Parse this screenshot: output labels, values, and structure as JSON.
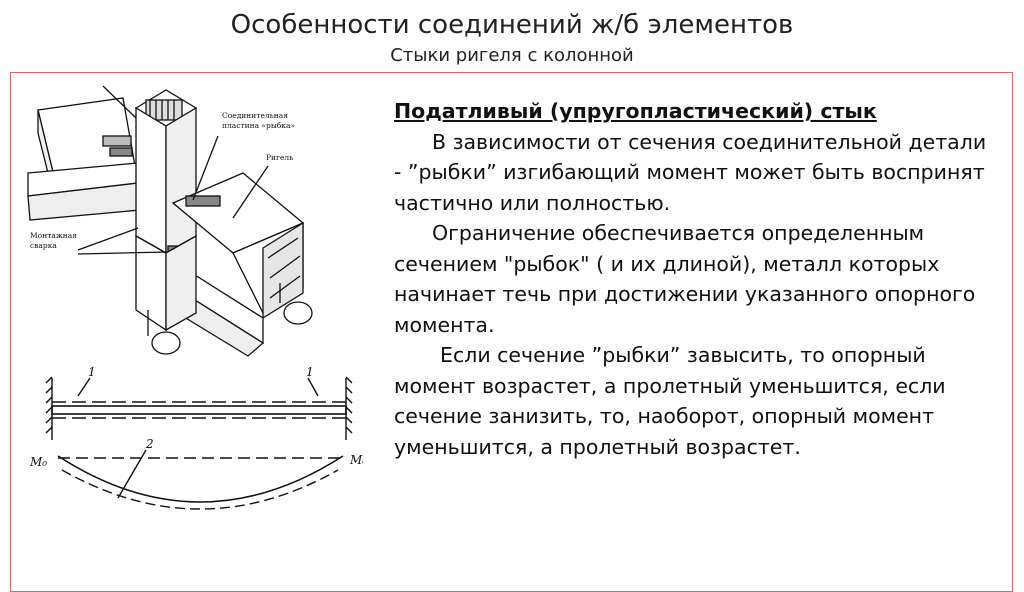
{
  "header": {
    "title": "Особенности соединений ж/б элементов",
    "subtitle": "Стыки ригеля с колонной"
  },
  "figure": {
    "labels": {
      "plate_line1": "Соединительная",
      "plate_line2": "пластина «рыбка»",
      "girder": "Ригель",
      "weld_line1": "Монтажная",
      "weld_line2": "сварка",
      "marker1_left": "1",
      "marker1_right": "1",
      "marker2": "2",
      "moment_left": "M₀",
      "moment_right": "M₀"
    }
  },
  "content": {
    "heading": "Податливый (упругопластический) стык",
    "paragraphs": [
      "В зависимости от сечения соединительной детали - ”рыбки” изгибающий момент может быть воспринят частично или полностью.",
      "Ограничение обеспечивается определенным сечением \"рыбок\" ( и их длиной), металл которых начинает течь при достижении указанного опорного момента.",
      "Если сечение ”рыбки” завысить, то опорный момент возрастет, а пролетный уменьшится, если сечение занизить, то, наоборот, опорный момент уменьшится, а пролетный возрастет."
    ]
  }
}
